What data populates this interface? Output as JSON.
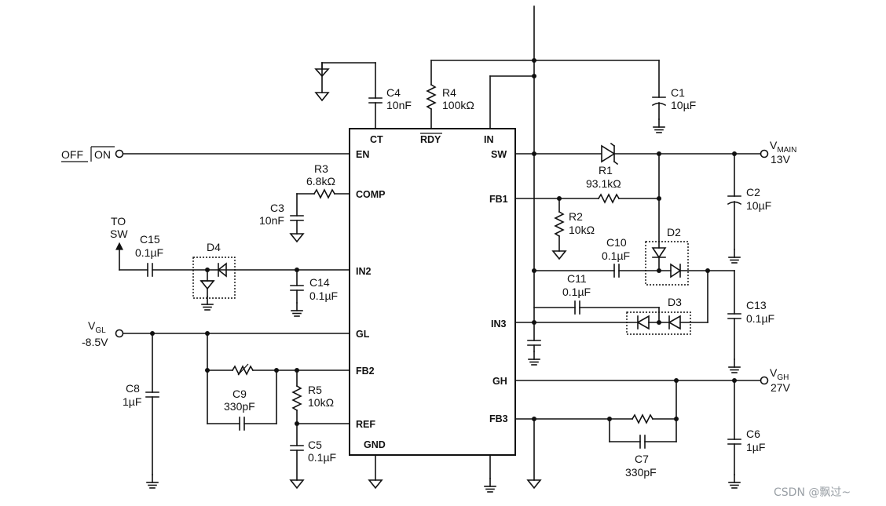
{
  "chip": {
    "pins": {
      "ct": "CT",
      "rdy": "RDY",
      "in": "IN",
      "en": "EN",
      "comp": "COMP",
      "in2": "IN2",
      "gl": "GL",
      "fb2": "FB2",
      "ref": "REF",
      "gnd": "GND",
      "sw": "SW",
      "fb1": "FB1",
      "in3": "IN3",
      "gh": "GH",
      "fb3": "FB3"
    }
  },
  "components": {
    "c1": {
      "name": "C1",
      "value": "10µF"
    },
    "c2": {
      "name": "C2",
      "value": "10µF"
    },
    "c3": {
      "name": "C3",
      "value": "10nF"
    },
    "c4": {
      "name": "C4",
      "value": "10nF"
    },
    "c5": {
      "name": "C5",
      "value": "0.1µF"
    },
    "c6": {
      "name": "C6",
      "value": "1µF"
    },
    "c7": {
      "name": "C7",
      "value": "330pF"
    },
    "c8": {
      "name": "C8",
      "value": "1µF"
    },
    "c9": {
      "name": "C9",
      "value": "330pF"
    },
    "c10": {
      "name": "C10",
      "value": "0.1µF"
    },
    "c11": {
      "name": "C11",
      "value": "0.1µF"
    },
    "c13": {
      "name": "C13",
      "value": "0.1µF"
    },
    "c14": {
      "name": "C14",
      "value": "0.1µF"
    },
    "c15": {
      "name": "C15",
      "value": "0.1µF"
    },
    "r1": {
      "name": "R1",
      "value": "93.1kΩ"
    },
    "r2": {
      "name": "R2",
      "value": "10kΩ"
    },
    "r3": {
      "name": "R3",
      "value": "6.8kΩ"
    },
    "r4": {
      "name": "R4",
      "value": "100kΩ"
    },
    "r5": {
      "name": "R5",
      "value": "10kΩ"
    },
    "d2": {
      "name": "D2"
    },
    "d3": {
      "name": "D3"
    },
    "d4": {
      "name": "D4"
    }
  },
  "nets": {
    "off_label": "OFF",
    "on_label": "ON",
    "to_sw_line1": "TO",
    "to_sw_line2": "SW",
    "vgl_main": "V",
    "vgl_sub": "GL",
    "vgl_value": "-8.5V",
    "vmain_main": "V",
    "vmain_sub": "MAIN",
    "vmain_value": "13V",
    "vgh_main": "V",
    "vgh_sub": "GH",
    "vgh_value": "27V"
  },
  "watermark": "CSDN @飘过~"
}
